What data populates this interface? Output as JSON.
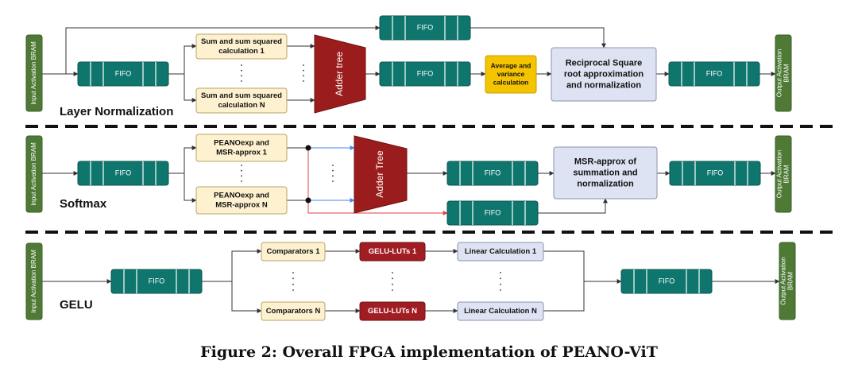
{
  "colors": {
    "bram": "#4f7a36",
    "fifo": "#0f766e",
    "fifo_divider": "#ffffff",
    "cream": "#fdf1cf",
    "cream_stroke": "#b9a46a",
    "adder": "#9b1c1c",
    "gelu_lut": "#a11d24",
    "avg_box": "#f5c400",
    "lavender": "#dde3f2",
    "lavender_stroke": "#8b93b0",
    "line": "#333333",
    "blue_line": "#4a86e8",
    "red_line": "#e04040",
    "dash": "#111111"
  },
  "layer_norm": {
    "label": "Layer Normalization",
    "input": "Input Activation BRAM",
    "fifo_in": "FIFO",
    "fifo_top": "FIFO",
    "sum1": [
      "Sum and sum squared",
      "calculation 1"
    ],
    "sumN": [
      "Sum and sum squared",
      "calculation N"
    ],
    "adder": "Adder tree",
    "fifo_mid": "FIFO",
    "avg": [
      "Average and",
      "variance",
      "calculation"
    ],
    "recip": [
      "Reciprocal Square",
      "root approximation",
      "and normalization"
    ],
    "fifo_out": "FIFO",
    "output": [
      "Output Activation",
      "BRAM"
    ]
  },
  "softmax": {
    "label": "Softmax",
    "input": "Input Activation BRAM",
    "fifo_in": "FIFO",
    "peano1": [
      "PEANOexp and",
      "MSR-approx 1"
    ],
    "peanoN": [
      "PEANOexp and",
      "MSR-approx N"
    ],
    "adder": "Adder Tree",
    "fifo_mid": "FIFO",
    "fifo_bot": "FIFO",
    "msr": [
      "MSR-approx of",
      "summation and",
      "normalization"
    ],
    "fifo_out": "FIFO",
    "output": [
      "Output Activation",
      "BRAM"
    ]
  },
  "gelu": {
    "label": "GELU",
    "input": "Input Activation BRAM",
    "fifo_in": "FIFO",
    "comp1": "Comparators 1",
    "compN": "Comparators N",
    "lut1": "GELU-LUTs 1",
    "lutN": "GELU-LUTs N",
    "lin1": "Linear Calculation 1",
    "linN": "Linear Calculation N",
    "fifo_out": "FIFO",
    "output": [
      "Output Activation",
      "BRAM"
    ]
  },
  "caption": "Figure 2: Overall FPGA implementation of PEANO-ViT"
}
